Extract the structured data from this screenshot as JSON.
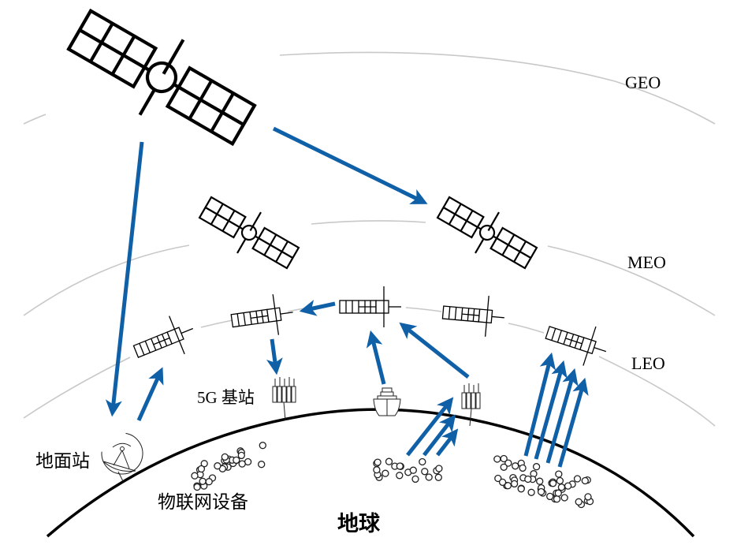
{
  "diagram": {
    "orbit_labels": {
      "geo": "GEO",
      "meo": "MEO",
      "leo": "LEO"
    },
    "node_labels": {
      "ground_station": "地面站",
      "base_station_5g": "5G 基站",
      "iot_devices": "物联网设备",
      "earth": "地球"
    },
    "colors": {
      "arrow": "#1060a8",
      "orbit": "#c8c8c8",
      "earth_outline": "#000000"
    },
    "links": [
      {
        "from": "GEO satellite",
        "to": "ground station"
      },
      {
        "from": "GEO satellite",
        "to": "MEO satellite"
      },
      {
        "from": "ground station",
        "to": "LEO satellite"
      },
      {
        "from": "LEO satellite",
        "to": "LEO satellite"
      },
      {
        "from": "LEO satellite",
        "to": "5G base station"
      },
      {
        "from": "ship",
        "to": "LEO satellite"
      },
      {
        "from": "5G base station",
        "to": "LEO satellite"
      },
      {
        "from": "IoT devices",
        "to": "5G base station"
      },
      {
        "from": "IoT devices",
        "to": "LEO satellite"
      }
    ]
  }
}
